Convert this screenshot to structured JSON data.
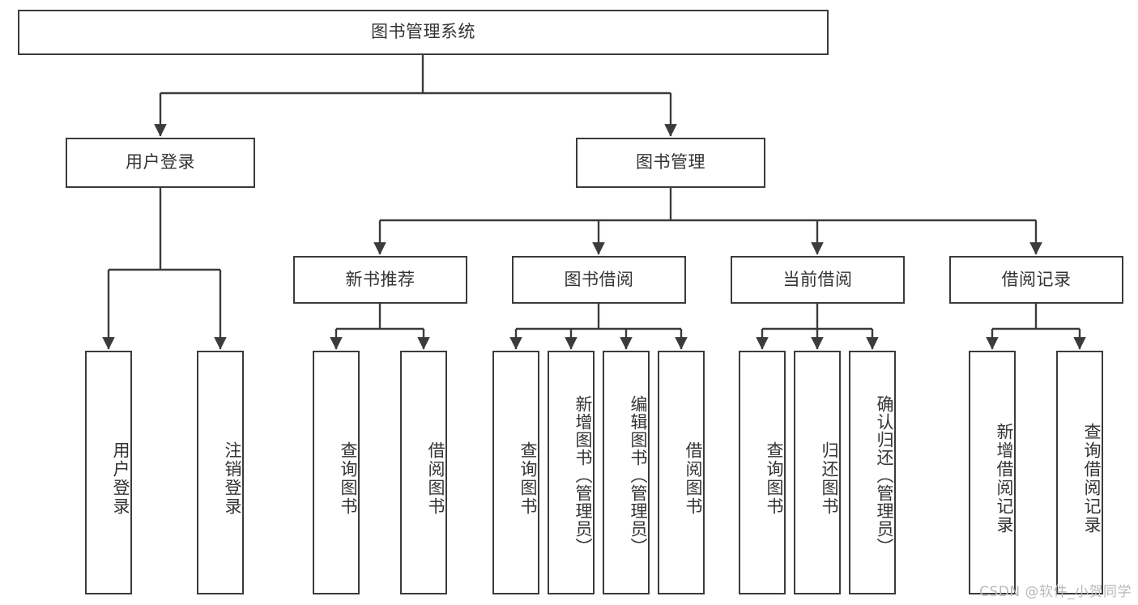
{
  "diagram": {
    "title": "图书管理系统",
    "type": "tree-hierarchy",
    "watermark": "CSDN @软件_小贺同学",
    "colors": {
      "box_border": "#3b3b3b",
      "box_fill": "#ffffff",
      "connector": "#3b3b3b",
      "text": "#333333",
      "watermark_text": "#b9b9b9",
      "page_background": "#ffffff"
    },
    "root": {
      "label": "图书管理系统",
      "orientation": "horizontal"
    },
    "level2": [
      {
        "label": "用户登录",
        "orientation": "horizontal"
      },
      {
        "label": "图书管理",
        "orientation": "horizontal"
      }
    ],
    "level3": [
      {
        "label": "新书推荐",
        "orientation": "horizontal"
      },
      {
        "label": "图书借阅",
        "orientation": "horizontal"
      },
      {
        "label": "当前借阅",
        "orientation": "horizontal"
      },
      {
        "label": "借阅记录",
        "orientation": "horizontal"
      }
    ],
    "leaves": {
      "user_login": [
        {
          "label": "用户登录",
          "orientation": "vertical"
        },
        {
          "label": "注销登录",
          "orientation": "vertical"
        }
      ],
      "new_book_recommend": [
        {
          "label": "查询图书",
          "orientation": "vertical"
        },
        {
          "label": "借阅图书",
          "orientation": "vertical"
        }
      ],
      "book_borrow": [
        {
          "label": "查询图书",
          "orientation": "vertical"
        },
        {
          "label": "新增图书（管理员）",
          "orientation": "vertical"
        },
        {
          "label": "编辑图书（管理员）",
          "orientation": "vertical"
        },
        {
          "label": "借阅图书",
          "orientation": "vertical"
        }
      ],
      "current_borrow": [
        {
          "label": "查询图书",
          "orientation": "vertical"
        },
        {
          "label": "归还图书",
          "orientation": "vertical"
        },
        {
          "label": "确认归还（管理员）",
          "orientation": "vertical"
        }
      ],
      "borrow_record": [
        {
          "label": "新增借阅记录",
          "orientation": "vertical"
        },
        {
          "label": "查询借阅记录",
          "orientation": "vertical"
        }
      ]
    }
  }
}
